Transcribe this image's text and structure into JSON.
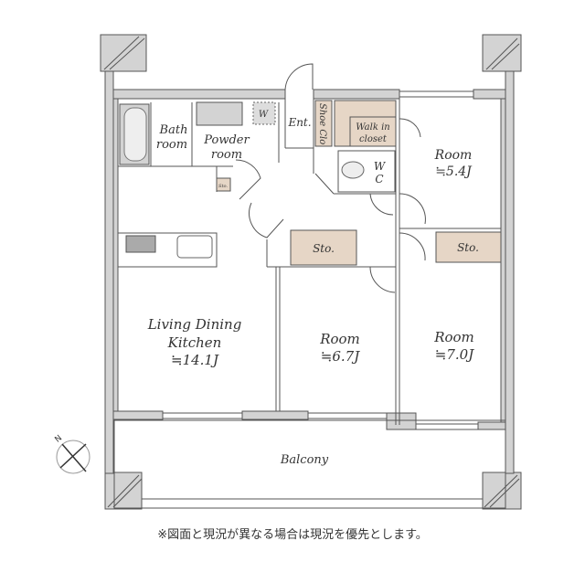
{
  "rooms": {
    "bath": {
      "line1": "Bath",
      "line2": "room"
    },
    "powder": {
      "line1": "Powder",
      "line2": "room"
    },
    "washer": "W",
    "entrance": "Ent.",
    "shoe_closet": "Shoe Clo",
    "walk_in_closet": {
      "line1": "Walk in",
      "line2": "closet"
    },
    "wc": {
      "line1": "W",
      "line2": "C"
    },
    "small_storage": "Sto.",
    "room_north": {
      "name": "Room",
      "size": "≒5.4J"
    },
    "storage_center": "Sto.",
    "storage_right": "Sto.",
    "ldk": {
      "line1": "Living Dining",
      "line2": "Kitchen",
      "size": "≒14.1J"
    },
    "room_middle": {
      "name": "Room",
      "size": "≒6.7J"
    },
    "room_east": {
      "name": "Room",
      "size": "≒7.0J"
    },
    "balcony": "Balcony"
  },
  "compass": {
    "north_label": "N"
  },
  "note": "※図面と現況が異なる場合は現況を優先とします。",
  "colors": {
    "wall": "#d3d3d3",
    "storage": "#e6d6c6",
    "line": "#555555"
  }
}
